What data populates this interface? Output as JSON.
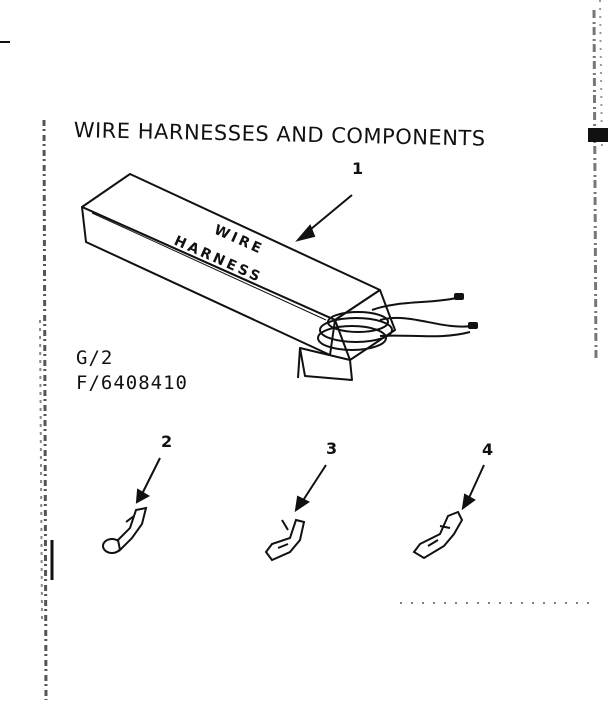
{
  "title": "WIRE HARNESSES AND COMPONENTS",
  "box_text": {
    "line1": "WIRE",
    "line2": "HARNESS"
  },
  "codes": {
    "line1": "G/2",
    "line2": "F/6408410"
  },
  "callouts": [
    {
      "id": "1",
      "label": "1"
    },
    {
      "id": "2",
      "label": "2"
    },
    {
      "id": "3",
      "label": "3"
    },
    {
      "id": "4",
      "label": "4"
    }
  ]
}
